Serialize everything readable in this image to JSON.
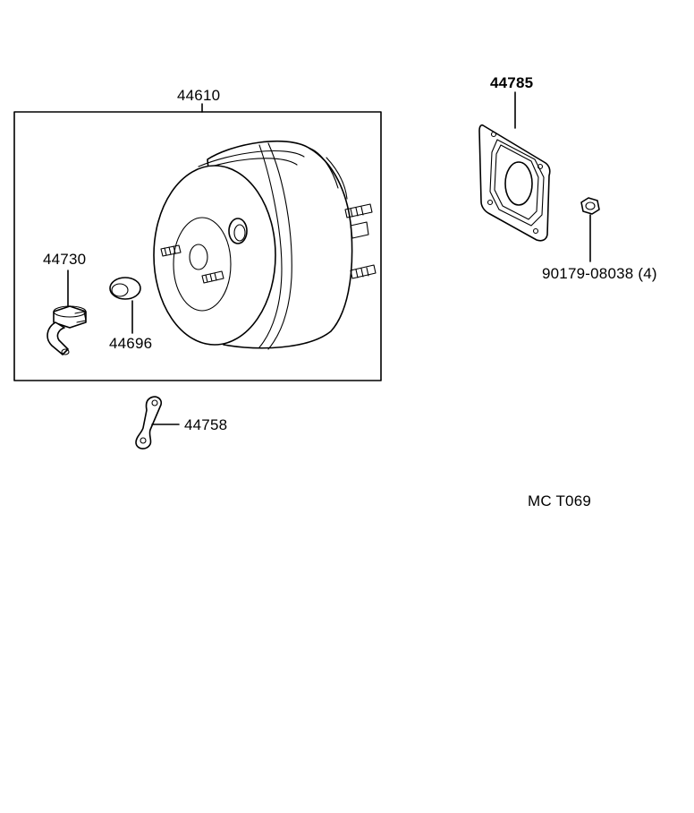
{
  "parts": {
    "booster_assembly": "44610",
    "gasket": "44785",
    "nut": "90179-08038 (4)",
    "check_valve": "44730",
    "grommet": "44696",
    "bracket": "44758"
  },
  "diagram_code": "MC  T069"
}
